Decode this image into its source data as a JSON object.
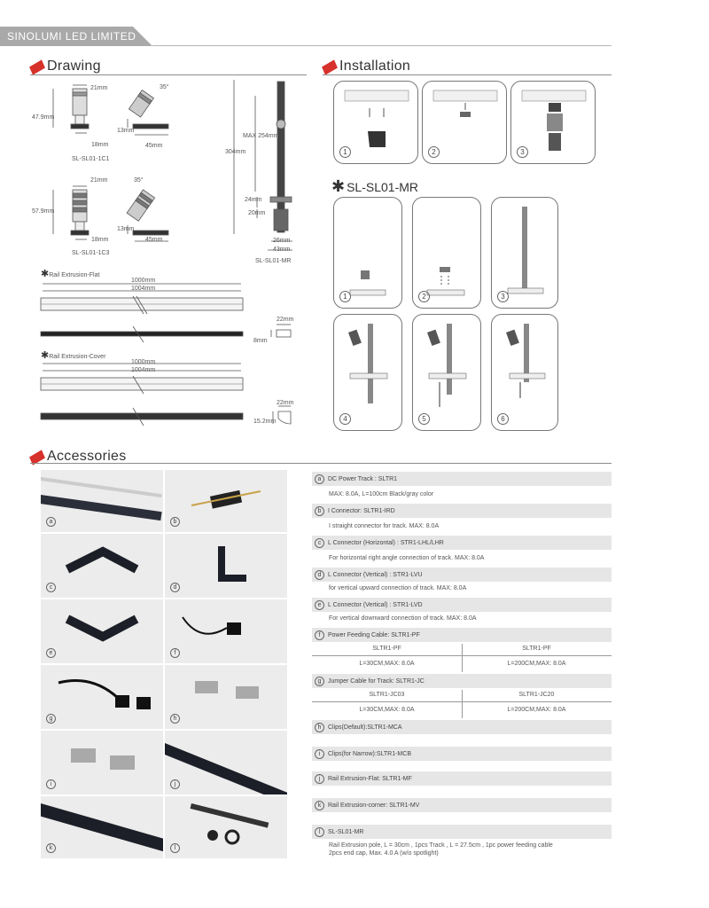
{
  "brand": "SINOLUMI LED LIMITED",
  "sections": {
    "drawing": "Drawing",
    "installation": "Installation",
    "accessories": "Accessories"
  },
  "drawing": {
    "c1": {
      "w_top": "21mm",
      "h": "47.9mm",
      "w_bot": "18mm",
      "angle": "35°",
      "h2": "13mm",
      "w2": "45mm",
      "label": "SL-SL01-1C1"
    },
    "c3": {
      "w_top": "21mm",
      "h": "57.9mm",
      "w_bot": "18mm",
      "angle": "35°",
      "h2": "13mm",
      "w2": "45mm",
      "label": "SL-SL01-1C3"
    },
    "mr": {
      "total": "304mm",
      "max": "MAX 254mm",
      "d1": "24mm",
      "d2": "20mm",
      "d3": "26mm",
      "d4": "43mm",
      "label": "SL-SL01-MR"
    },
    "flat": {
      "title": "Rail Extrusion-Flat",
      "l1": "1000mm",
      "l2": "1004mm",
      "w": "22mm",
      "h": "8mm"
    },
    "cover": {
      "title": "Rail Extrusion-Cover",
      "l1": "1000mm",
      "l2": "1004mm",
      "w": "22mm",
      "h": "15.2mm"
    }
  },
  "installation": {
    "top_steps": [
      "1",
      "2",
      "3"
    ],
    "mr_title": "SL-SL01-MR",
    "mr_steps": [
      "1",
      "2",
      "3",
      "4",
      "5",
      "6"
    ]
  },
  "accessories": {
    "cells": [
      "a",
      "b",
      "c",
      "d",
      "e",
      "f",
      "g",
      "h",
      "i",
      "j",
      "k",
      "l"
    ],
    "specs": [
      {
        "key": "a",
        "title": "DC Power Track : SLTR1",
        "desc": "MAX: 8.0A, L=100cm  Black/gray color"
      },
      {
        "key": "b",
        "title": "I Connector: SLTR1-IRD",
        "desc": "I straight connector for track.  MAX: 8.0A"
      },
      {
        "key": "c",
        "title": "L Connector (Horizontal) : STR1-LHL/LHR",
        "desc": "For horizontal right  angle  connection of track.       MAX: 8.0A"
      },
      {
        "key": "d",
        "title": "L Connector (Vertical) : STR1-LVU",
        "desc": "for vertical upward connection of track.  MAX: 8.0A"
      },
      {
        "key": "e",
        "title": "L Connector (Vertical) : STR1-LVD",
        "desc": "For vertical downward connection of track.  MAX: 8.0A"
      },
      {
        "key": "f",
        "title": "Power Feeding Cable: SLTR1-PF"
      },
      {
        "key": "g",
        "title": "Jumper Cable for Track: SLTR1-JC"
      },
      {
        "key": "h",
        "title": "Clips(Default):SLTR1-MCA"
      },
      {
        "key": "i",
        "title": "Clips(for Narrow):SLTR1-MCB"
      },
      {
        "key": "j",
        "title": "Rail Extrusion-Flat: SLTR1-MF"
      },
      {
        "key": "k",
        "title": "Rail Extrusion-corner: SLTR1-MV"
      },
      {
        "key": "l",
        "title": "SL-SL01-MR",
        "desc": "Rail Extrusion pole, L = 30cm , 1pcs Track , L = 27.5cm , 1pc power feeding cable",
        "desc2": "2pcs end cap, Max. 4.0 A (w/o spotlight)"
      }
    ],
    "pf_table": {
      "h1": "SLTR1-PF",
      "h2": "SLTR1-PF",
      "v1": "L=30CM,MAX: 8.0A",
      "v2": "L=200CM,MAX: 8.0A"
    },
    "jc_table": {
      "h1": "SLTR1-JC03",
      "h2": "SLTR1-JC20",
      "v1": "L=30CM,MAX: 8.0A",
      "v2": "L=200CM,MAX: 8.0A"
    }
  }
}
